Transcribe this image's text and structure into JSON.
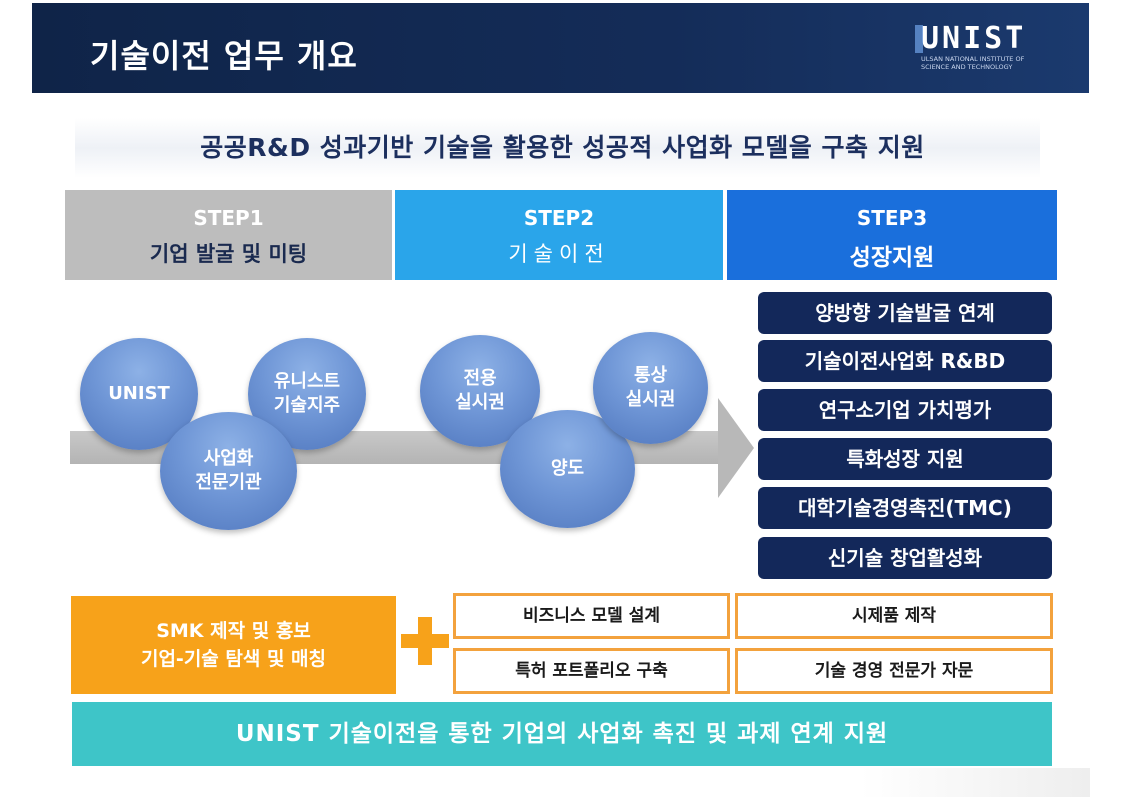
{
  "header": {
    "title": "기술이전 업무 개요",
    "logo_text": "UNIST",
    "logo_sub": "ULSAN NATIONAL INSTITUTE OF SCIENCE AND TECHNOLOGY"
  },
  "subtitle": "공공R&D 성과기반 기술을 활용한 성공적 사업화 모델을 구축 지원",
  "steps": [
    {
      "num": "STEP1",
      "name": "기업 발굴 및 미팅"
    },
    {
      "num": "STEP2",
      "name": "기술이전"
    },
    {
      "num": "STEP3",
      "name": "성장지원"
    }
  ],
  "circles": {
    "unist": [
      "UNIST"
    ],
    "holding": [
      "유니스트",
      "기술지주"
    ],
    "agency": [
      "사업화",
      "전문기관"
    ],
    "exclusive": [
      "전용",
      "실시권"
    ],
    "transfer": [
      "양도"
    ],
    "nonexclusive": [
      "통상",
      "실시권"
    ]
  },
  "step3_items": [
    "양방향 기술발굴 연계",
    "기술이전사업화 R&BD",
    "연구소기업 가치평가",
    "특화성장 지원",
    "대학기술경영촉진(TMC)",
    "신기술 창업활성화"
  ],
  "smk": [
    "SMK 제작 및 홍보",
    "기업-기술 탐색 및 매칭"
  ],
  "services": [
    "비즈니스 모델 설계",
    "시제품 제작",
    "특허 포트폴리오 구축",
    "기술 경영 전문가 자문"
  ],
  "bottom_banner": "UNIST 기술이전을 통한 기업의 사업화 촉진 및 과제 연계 지원",
  "colors": {
    "header_bg": "#142c58",
    "step1": "#bdbdbd",
    "step2": "#2aa5ea",
    "step3": "#1a6fdc",
    "step3_items": "#13285a",
    "orange": "#f7a21a",
    "teal": "#3ec5c8"
  }
}
